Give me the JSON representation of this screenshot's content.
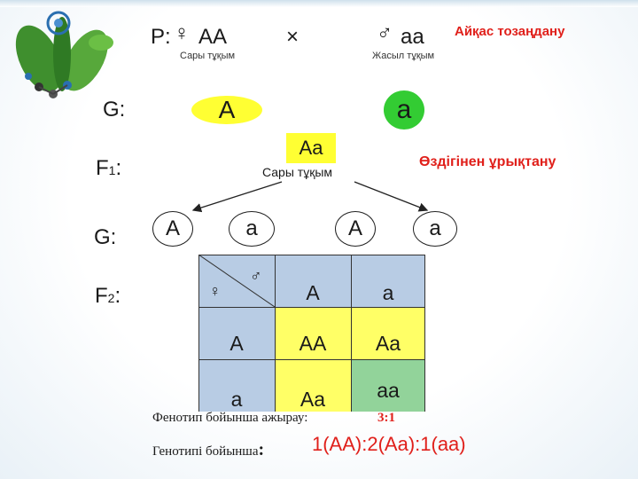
{
  "parents": {
    "label": "P:",
    "female_symbol": "♀",
    "female_genotype": "AA",
    "cross_symbol": "×",
    "male_symbol": "♂",
    "male_genotype": "aa",
    "female_phenotype": "Сары тұқым",
    "male_phenotype": "Жасыл тұқым",
    "cross_type": "Айқас тозаңдану"
  },
  "gametes_p": {
    "label": "G:",
    "female_gamete": "A",
    "male_gamete": "a",
    "female_color": "#ffff33",
    "male_color": "#33cc33"
  },
  "f1": {
    "label_main": "F",
    "label_sub": "1",
    "label_colon": ":",
    "genotype": "Aa",
    "phenotype": "Сары тұқым",
    "process": "Өздігінен ұрықтану",
    "box_color": "#ffff33"
  },
  "gametes_f1": {
    "label": "G:",
    "items": [
      "A",
      "a",
      "A",
      "a"
    ]
  },
  "f2": {
    "label_main": "F",
    "label_sub": "2",
    "label_colon": ":",
    "corner_female": "♀",
    "corner_male": "♂",
    "col_headers": [
      "A",
      "a"
    ],
    "row_headers": [
      "A",
      "a"
    ],
    "cells": [
      [
        "AA",
        "Aa"
      ],
      [
        "Aa",
        "aa"
      ]
    ],
    "colors": {
      "header": "#b8cce4",
      "yellow": "#ffff66",
      "green": "#92d39a"
    }
  },
  "results": {
    "phenotype_label": "Фенотип бойынша ажырау:",
    "phenotype_ratio": "3:1",
    "genotype_label": "Генотипі бойынша",
    "genotype_colon": ":",
    "genotype_ratio": "1(AA):2(Aa):1(aa)"
  }
}
